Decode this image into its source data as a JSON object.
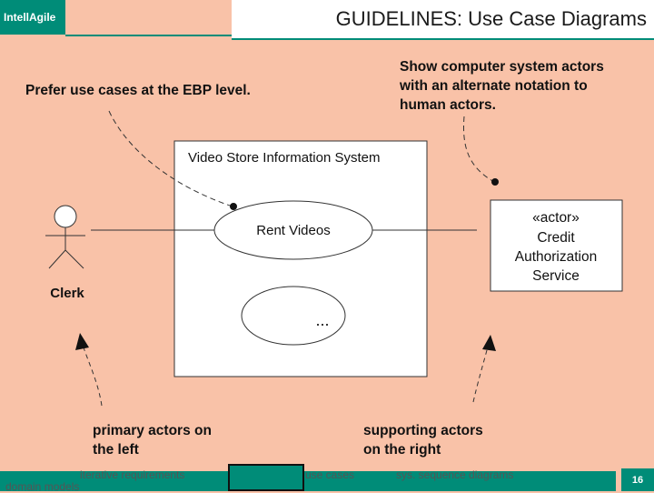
{
  "header": {
    "brand": "IntellAgile",
    "title": "GUIDELINES: Use Case Diagrams"
  },
  "notes": {
    "ebp": "Prefer use cases at the EBP level.",
    "computer_actors": [
      "Show computer system actors",
      "with an alternate notation to",
      "human actors."
    ],
    "primary": [
      "primary actors on",
      "the left"
    ],
    "supporting": [
      "supporting actors",
      "on the right"
    ]
  },
  "diagram": {
    "system_name": "Video Store Information System",
    "use_case": "Rent Videos",
    "ellipsis": "...",
    "human_actor": "Clerk",
    "system_actor": [
      "«actor»",
      "Credit",
      "Authorization",
      "Service"
    ]
  },
  "footer": {
    "iterative": "iterative requirements",
    "domain": "domain models",
    "use_cases": "use cases",
    "ssd": "sys. sequence diagrams",
    "page": "16"
  },
  "colors": {
    "background": "#f9c2a8",
    "accent": "#008c78"
  }
}
